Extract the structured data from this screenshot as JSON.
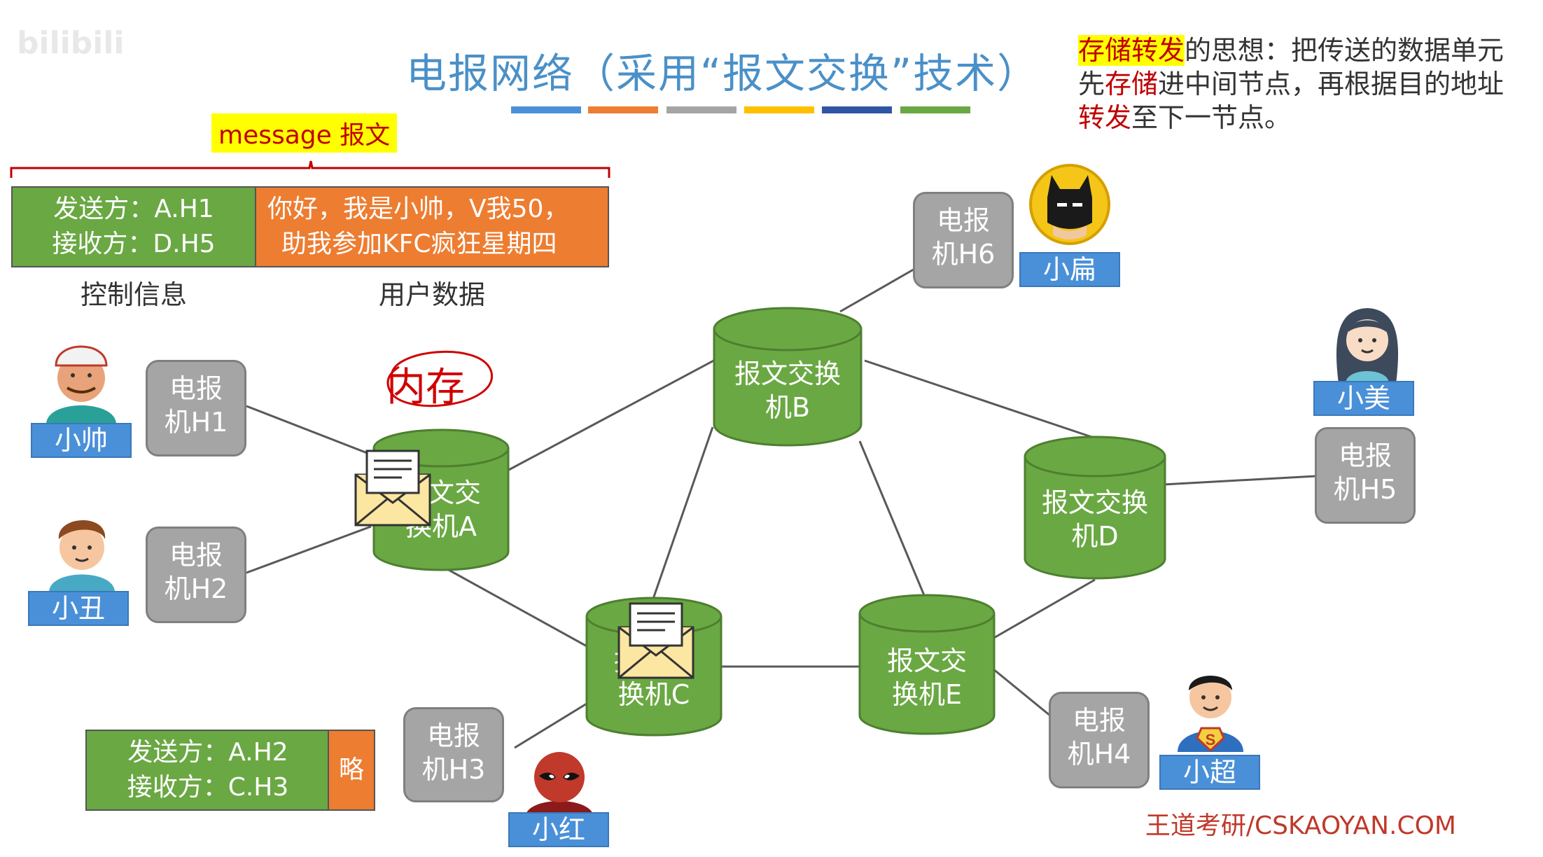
{
  "watermark_top": "bilibili",
  "title": "电报网络（采用“报文交换”技术）",
  "title_bar_colors": [
    "#4a90d9",
    "#ed7d31",
    "#a5a5a5",
    "#ffc000",
    "#2f55a4",
    "#6aa843"
  ],
  "idea": {
    "term": "存储转发",
    "part1": "的思想：把传送的数据单元先",
    "store": "存储",
    "part2": "进中间节点，再根据目的地址",
    "forward": "转发",
    "part3": "至下一节点。"
  },
  "message": {
    "tag": "message 报文",
    "header_line1": "发送方：A.H1",
    "header_line2": "接收方：D.H5",
    "body_line1": "你好，我是小帅，V我50，",
    "body_line2": "助我参加KFC疯狂星期四",
    "header_caption": "控制信息",
    "body_caption": "用户数据"
  },
  "message2": {
    "header_line1": "发送方：A.H2",
    "header_line2": "接收方：C.H3",
    "body": "略"
  },
  "annotation": "内存",
  "switches": {
    "A": [
      "报文交",
      "换机A"
    ],
    "B": [
      "报文交换",
      "机B"
    ],
    "C": [
      "报文交",
      "换机C"
    ],
    "D": [
      "报文交换",
      "机D"
    ],
    "E": [
      "报文交",
      "换机E"
    ]
  },
  "terminals": {
    "H1": [
      "电报",
      "机H1"
    ],
    "H2": [
      "电报",
      "机H2"
    ],
    "H3": [
      "电报",
      "机H3"
    ],
    "H4": [
      "电报",
      "机H4"
    ],
    "H5": [
      "电报",
      "机H5"
    ],
    "H6": [
      "电报",
      "机H6"
    ]
  },
  "people": {
    "H1": "小帅",
    "H2": "小丑",
    "H3": "小红",
    "H4": "小超",
    "H5": "小美",
    "H6": "小扁"
  },
  "footer": "王道考研/CSKAOYAN.COM"
}
